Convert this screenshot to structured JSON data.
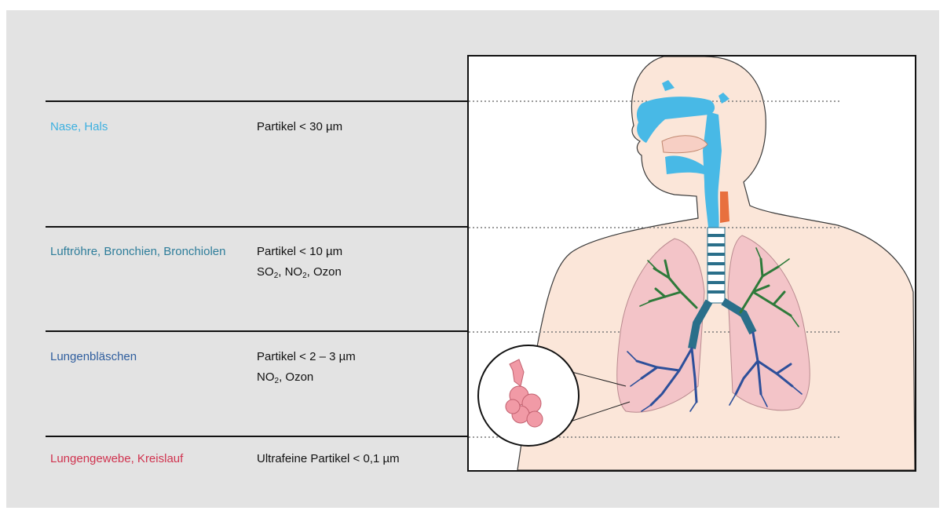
{
  "colors": {
    "background": "#e3e3e3",
    "nose_throat": "#3db0e0",
    "trachea_bronchi": "#2e7d9a",
    "alveoli": "#2f5e9e",
    "tissue_circulation": "#d0334f",
    "skin": "#fbe6d9",
    "airways": "#48b9e6",
    "lung": "#f3c4c8",
    "bronchi_green": "#2e7a3a",
    "bronchi_blue": "#2d4f9a"
  },
  "rows": [
    {
      "region": "Nase, Hals",
      "particles": "Partikel < 30 µm",
      "gases": null
    },
    {
      "region": "Luftröhre, Bronchien, Bronchiolen",
      "particles": "Partikel < 10 µm",
      "gases": {
        "so2": "SO",
        "so2_sub": "2",
        "sep1": ", ",
        "no2": "NO",
        "no2_sub": "2",
        "rest": ", Ozon"
      }
    },
    {
      "region": "Lungenbläschen",
      "particles": "Partikel < 2 – 3 µm",
      "gases": {
        "no2": "NO",
        "no2_sub": "2",
        "rest": ", Ozon"
      }
    },
    {
      "region": "Lungengewebe, Kreislauf",
      "particles": "Ultrafeine Partikel < 0,1 µm",
      "gases": null
    }
  ],
  "illustration": {
    "icons": [
      "human-head-torso-illustration",
      "lung-illustration",
      "alveoli-magnifier-icon"
    ]
  }
}
